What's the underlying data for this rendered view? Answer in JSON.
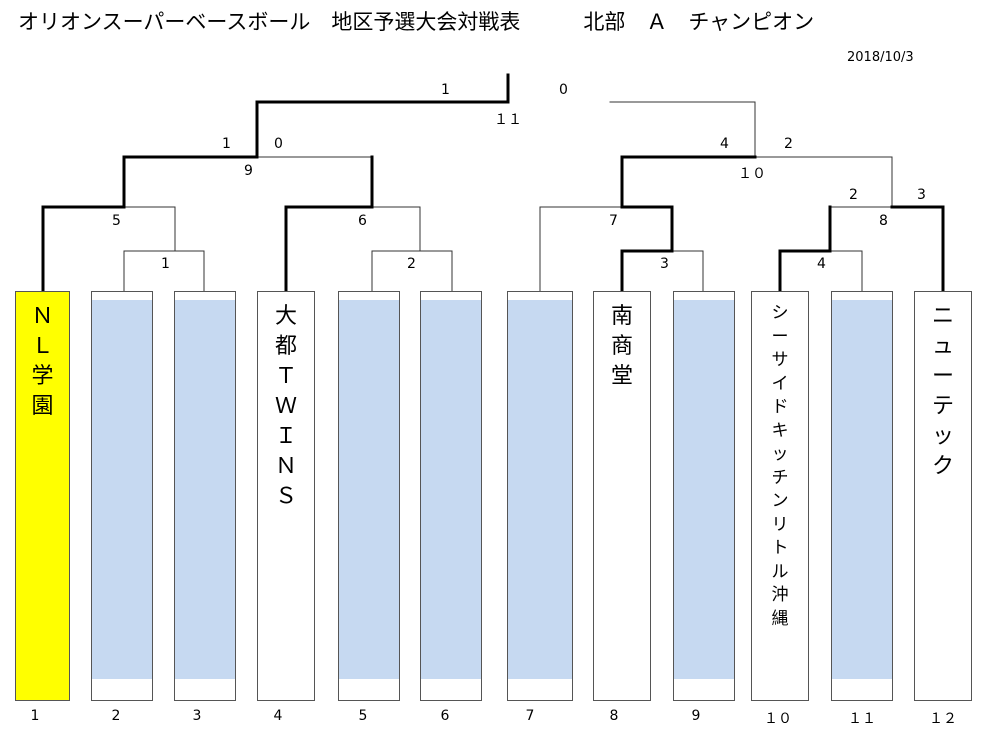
{
  "title": "オリオンスーパーベースボール　地区予選大会対戦表　　　北部　Ａ　チャンピオン",
  "date": "2018/10/3",
  "teams": [
    {
      "num": "1",
      "name": "Ｎ\nＬ\n学\n園"
    },
    {
      "num": "2",
      "name": ""
    },
    {
      "num": "3",
      "name": ""
    },
    {
      "num": "4",
      "name": "大\n都\nＴ\nＷ\nＩ\nＮ\nＳ"
    },
    {
      "num": "5",
      "name": ""
    },
    {
      "num": "6",
      "name": ""
    },
    {
      "num": "7",
      "name": ""
    },
    {
      "num": "8",
      "name": "南\n商\n堂"
    },
    {
      "num": "9",
      "name": ""
    },
    {
      "num": "１０",
      "name": "シ\nー\nサ\nイ\nド\nキ\nッ\nチ\nン\nリ\nト\nル\n沖\n縄"
    },
    {
      "num": "１１",
      "name": ""
    },
    {
      "num": "１２",
      "name": "ニ\nュ\nー\nテ\nッ\nク"
    }
  ],
  "match_numbers": [
    "1",
    "2",
    "3",
    "4",
    "5",
    "6",
    "7",
    "8",
    "9",
    "１０",
    "１１"
  ],
  "scores": {
    "final": [
      "1",
      "0"
    ],
    "semi_left": [
      "1",
      "0"
    ],
    "semi_right": [
      "4",
      "2"
    ],
    "m8": [
      "2",
      "3"
    ]
  },
  "colors": {
    "champion": "#ffff00",
    "empty_slot": "#c6d9f1",
    "line": "#000000"
  }
}
